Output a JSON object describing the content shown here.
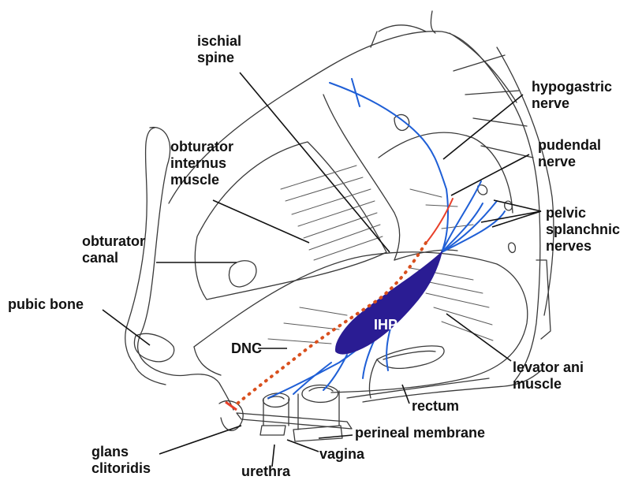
{
  "labels": {
    "ischial_spine": [
      "ischial",
      "spine"
    ],
    "hypogastric_nerve": [
      "hypogastric",
      "nerve"
    ],
    "obturator_internus_muscle": [
      "obturator",
      "internus",
      "muscle"
    ],
    "pudendal_nerve": [
      "pudendal",
      "nerve"
    ],
    "pelvic_splanchnic_nerves": [
      "pelvic",
      "splanchnic",
      "nerves"
    ],
    "obturator_canal": [
      "obturator",
      "canal"
    ],
    "pubic_bone": "pubic bone",
    "ihp": "IHP",
    "dnc": "DNC",
    "levator_ani_muscle": [
      "levator ani",
      "muscle"
    ],
    "rectum": "rectum",
    "perineal_membrane": "perineal membrane",
    "glans_clitoridis": [
      "glans",
      "clitoridis"
    ],
    "vagina": "vagina",
    "urethra": "urethra"
  },
  "colors": {
    "outline": "#3a3a3a",
    "nerve_blue": "#1f5fd6",
    "plexus_fill": "#2a1c93",
    "pudendal_red": "#e8402a",
    "dnc_dots": "#d9501e",
    "text": "#111111"
  }
}
